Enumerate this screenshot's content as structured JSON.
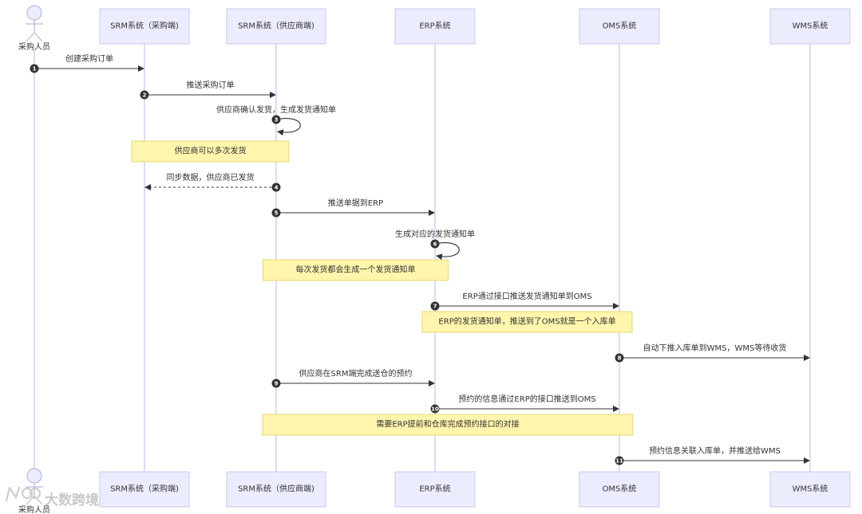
{
  "participants": [
    {
      "id": "buyer",
      "label": "采购人员",
      "kind": "actor"
    },
    {
      "id": "srm_buy",
      "label": "SRM系统（采购端)",
      "kind": "box"
    },
    {
      "id": "srm_sup",
      "label": "SRM系统（供应商端)",
      "kind": "box"
    },
    {
      "id": "erp",
      "label": "ERP系统",
      "kind": "box"
    },
    {
      "id": "oms",
      "label": "OMS系统",
      "kind": "box"
    },
    {
      "id": "wms",
      "label": "WMS系统",
      "kind": "box"
    }
  ],
  "events": [
    {
      "type": "msg",
      "num": "1",
      "from": "buyer",
      "to": "srm_buy",
      "text": "创建采购订单",
      "style": "solid"
    },
    {
      "type": "msg",
      "num": "2",
      "from": "srm_buy",
      "to": "srm_sup",
      "text": "推送采购订单",
      "style": "solid"
    },
    {
      "type": "self",
      "num": "3",
      "at": "srm_sup",
      "text": "供应商确认发货，生成发货通知单"
    },
    {
      "type": "note",
      "from": "srm_buy",
      "to": "srm_sup",
      "text": "供应商可以多次发货"
    },
    {
      "type": "msg",
      "num": "4",
      "from": "srm_sup",
      "to": "srm_buy",
      "text": "同步数据，供应商已发货",
      "style": "dashed"
    },
    {
      "type": "msg",
      "num": "5",
      "from": "srm_sup",
      "to": "erp",
      "text": "推送单据到ERP",
      "style": "solid"
    },
    {
      "type": "self",
      "num": "6",
      "at": "erp",
      "text": "生成对应的发货通知单"
    },
    {
      "type": "note",
      "from": "srm_sup",
      "to": "erp",
      "text": "每次发货都会生成一个发货通知单"
    },
    {
      "type": "msg",
      "num": "7",
      "from": "erp",
      "to": "oms",
      "text": "ERP通过接口推送发货通知单到OMS",
      "style": "solid"
    },
    {
      "type": "note",
      "from": "erp",
      "to": "oms",
      "text": "ERP的发货通知单，推送到了OMS就是一个入库单"
    },
    {
      "type": "msg",
      "num": "8",
      "from": "oms",
      "to": "wms",
      "text": "自动下推入库单到WMS，WMS等待收货",
      "style": "solid"
    },
    {
      "type": "msg",
      "num": "9",
      "from": "srm_sup",
      "to": "erp",
      "text": "供应商在SRM端完成送仓的预约",
      "style": "solid"
    },
    {
      "type": "msg",
      "num": "10",
      "from": "erp",
      "to": "oms",
      "text": "预约的信息通过ERP的接口推送到OMS",
      "style": "solid"
    },
    {
      "type": "note",
      "from": "srm_sup",
      "to": "oms",
      "text": "需要ERP提前和仓库完成预约接口的对接"
    },
    {
      "type": "msg",
      "num": "11",
      "from": "oms",
      "to": "wms",
      "text": "预约信息关联入库单，并推送给WMS",
      "style": "solid"
    }
  ],
  "watermark": "大数跨境"
}
